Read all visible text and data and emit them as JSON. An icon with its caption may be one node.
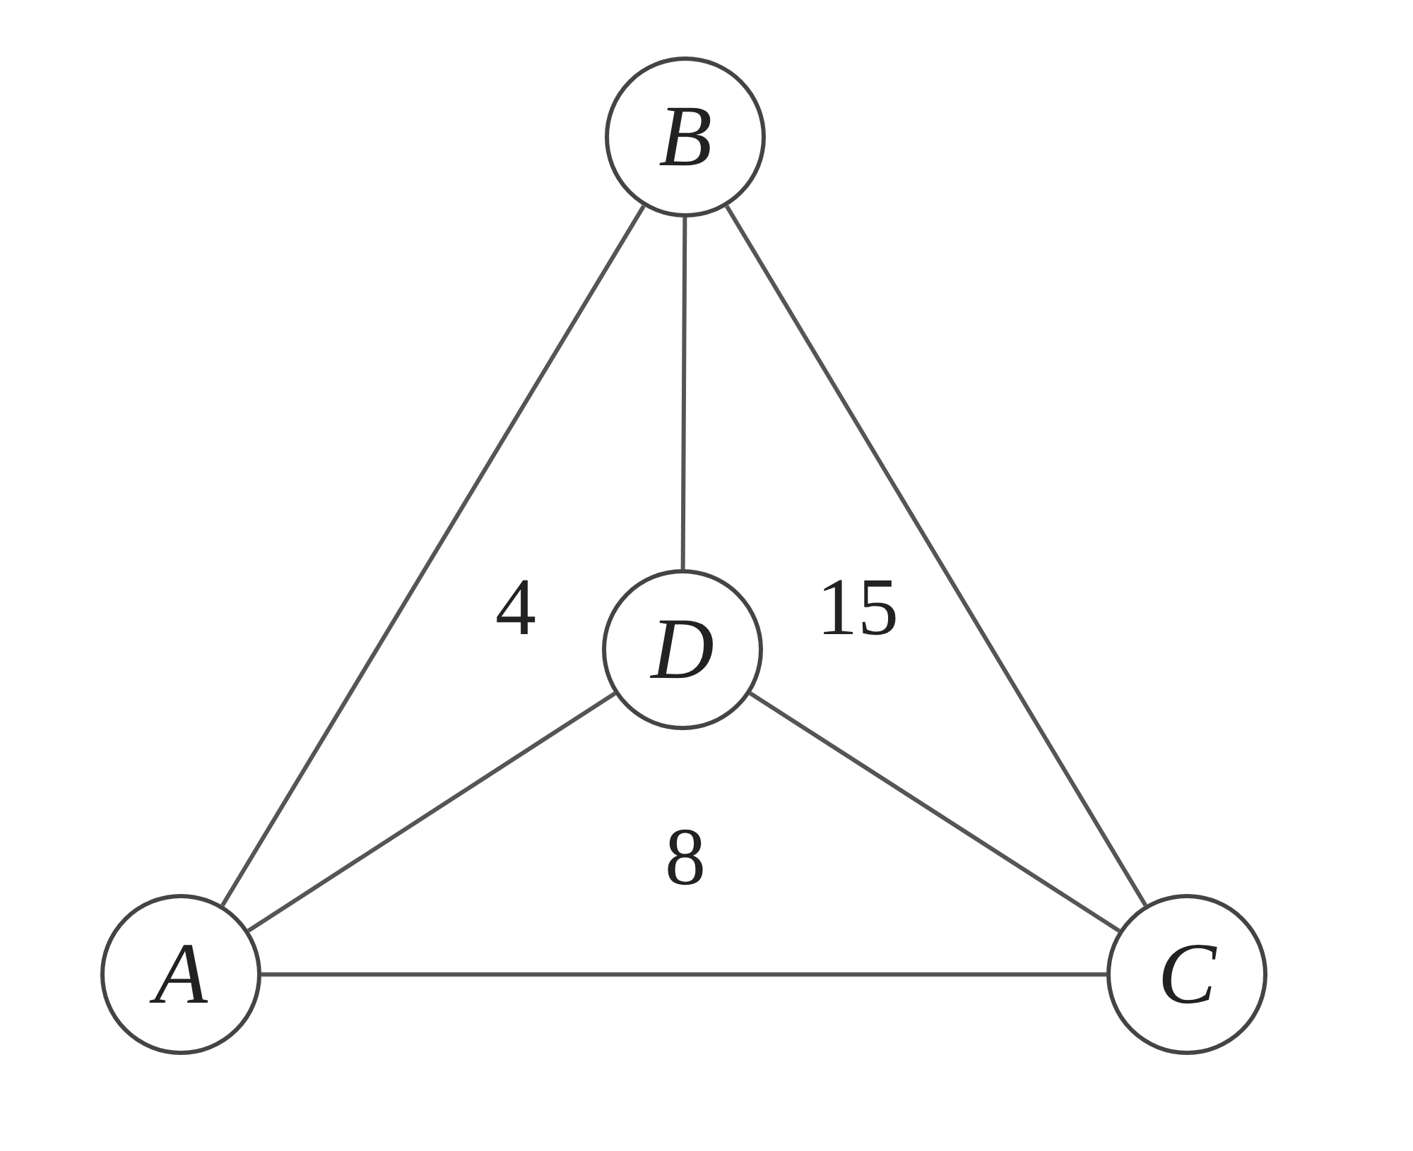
{
  "diagram": {
    "nodes": [
      {
        "text": [
          "B"
        ]
      },
      {
        "text": [
          "D"
        ]
      },
      {
        "text": [
          "A"
        ]
      },
      {
        "text": [
          "C"
        ]
      }
    ],
    "edges": [
      {
        "from": 2,
        "to": 0,
        "arrow": "none"
      },
      {
        "from": 0,
        "to": 3,
        "arrow": "none"
      },
      {
        "from": 0,
        "to": 1,
        "arrow": "none"
      },
      {
        "from": 2,
        "to": 1,
        "arrow": "none"
      },
      {
        "from": 1,
        "to": 3,
        "arrow": "none"
      },
      {
        "from": 2,
        "to": 3,
        "arrow": "none"
      }
    ],
    "labels": [
      "4",
      "15",
      "8"
    ]
  }
}
